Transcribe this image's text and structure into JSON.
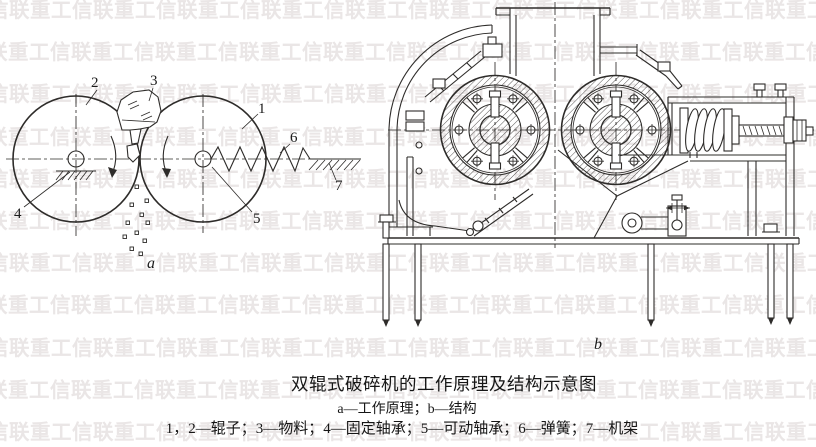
{
  "watermark": {
    "text": "信联重工",
    "color": "#EAE6E6"
  },
  "figure_a": {
    "label": "a",
    "callouts": [
      "1",
      "2",
      "3",
      "4",
      "5",
      "6",
      "7"
    ]
  },
  "figure_b": {
    "label": "b"
  },
  "caption": {
    "title": "双辊式破碎机的工作原理及结构示意图",
    "subtitle": "a—工作原理；b—结构",
    "legend": "1，2—辊子；3—物料；4—固定轴承；5—可动轴承；6—弹簧；7—机架"
  }
}
